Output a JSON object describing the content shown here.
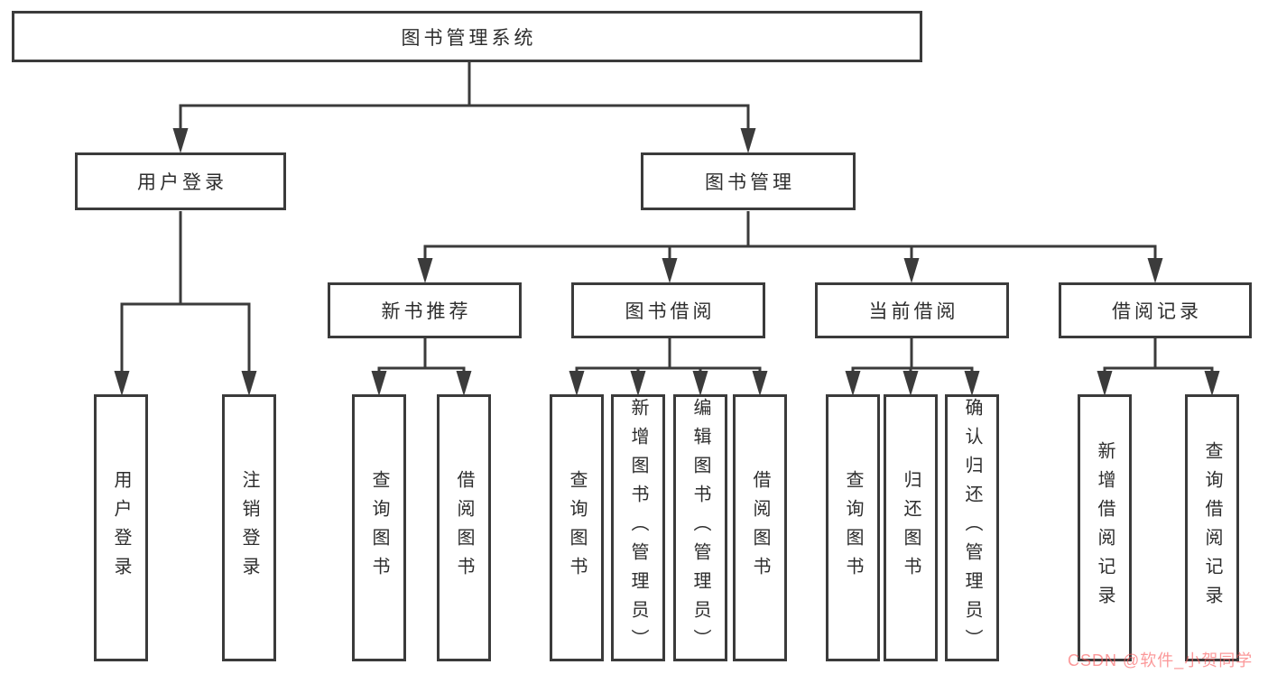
{
  "tree": {
    "root": {
      "label": "图书管理系统"
    },
    "level2": [
      {
        "label": "用户登录"
      },
      {
        "label": "图书管理"
      }
    ],
    "level3": [
      {
        "label": "新书推荐",
        "parent": "图书管理"
      },
      {
        "label": "图书借阅",
        "parent": "图书管理"
      },
      {
        "label": "当前借阅",
        "parent": "图书管理"
      },
      {
        "label": "借阅记录",
        "parent": "图书管理"
      }
    ],
    "leaves": [
      {
        "label": "用户登录",
        "parent": "用户登录"
      },
      {
        "label": "注销登录",
        "parent": "用户登录"
      },
      {
        "label": "查询图书",
        "parent": "新书推荐"
      },
      {
        "label": "借阅图书",
        "parent": "新书推荐"
      },
      {
        "label": "查询图书",
        "parent": "图书借阅"
      },
      {
        "label": "新增图书（管理员）",
        "parent": "图书借阅"
      },
      {
        "label": "编辑图书（管理员）",
        "parent": "图书借阅"
      },
      {
        "label": "借阅图书",
        "parent": "图书借阅"
      },
      {
        "label": "查询图书",
        "parent": "当前借阅"
      },
      {
        "label": "归还图书",
        "parent": "当前借阅"
      },
      {
        "label": "确认归还（管理员）",
        "parent": "当前借阅"
      },
      {
        "label": "新增借阅记录",
        "parent": "借阅记录"
      },
      {
        "label": "查询借阅记录",
        "parent": "借阅记录"
      }
    ]
  },
  "watermark": {
    "text": "CSDN @软件_小贺同学",
    "color": "#FA5A5C"
  },
  "colors": {
    "background": "#FFFFFF",
    "line": "#3B3B3B",
    "box_fill": "#FFFFFF",
    "text": "#2D2D2D"
  }
}
